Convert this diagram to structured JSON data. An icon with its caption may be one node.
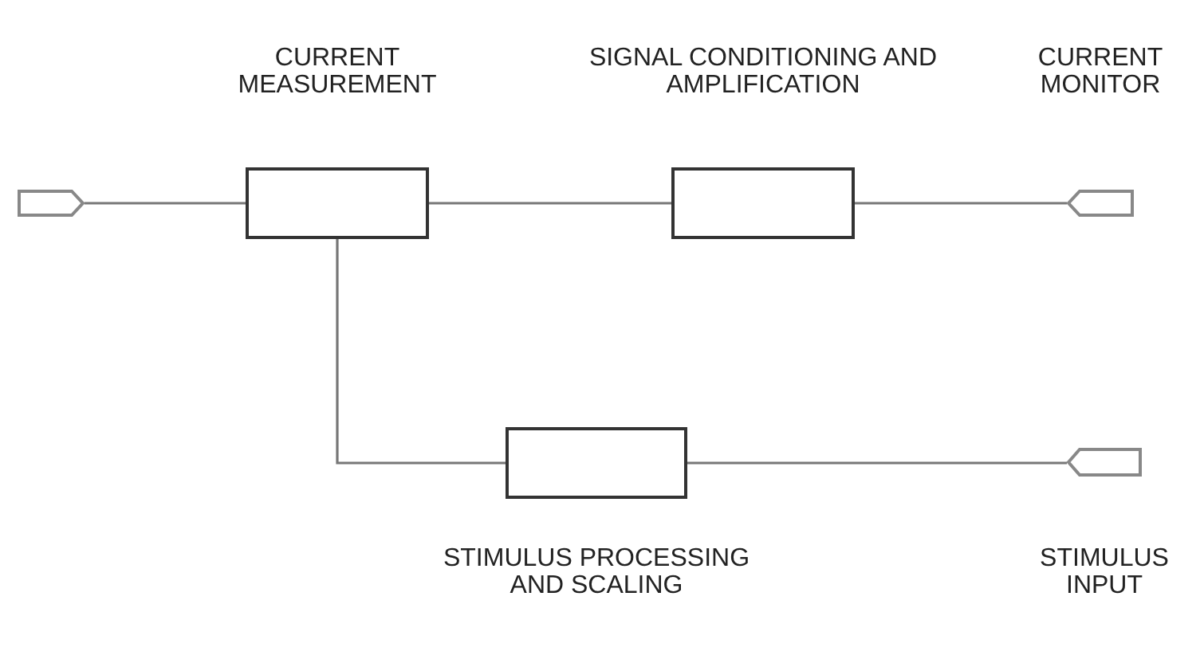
{
  "diagram": {
    "nodes": [
      {
        "text": [],
        "shape": "pentagon"
      },
      {
        "text": [
          "CURRENT MEASUREMENT"
        ]
      },
      {
        "text": [
          "SIGNAL CONDITIONING AND AMPLIFICATION"
        ]
      },
      {
        "text": [
          "CURRENT MONITOR"
        ]
      },
      {
        "text": [
          "STIMULUS PROCESSING AND SCALING"
        ]
      },
      {
        "text": [
          "STIMULUS INPUT"
        ]
      }
    ],
    "edges": [
      {
        "from": 0,
        "to": 1,
        "arrow": "none"
      },
      {
        "from": 1,
        "to": 2,
        "arrow": "none"
      },
      {
        "from": 2,
        "to": 3,
        "arrow": "none"
      },
      {
        "from": 1,
        "to": 4,
        "arrow": "none"
      },
      {
        "from": 4,
        "to": 5,
        "arrow": "none"
      }
    ]
  }
}
